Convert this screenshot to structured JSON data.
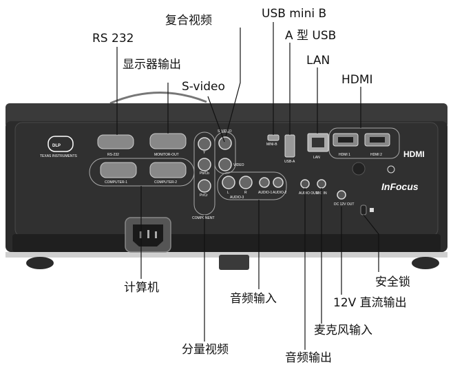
{
  "callouts": {
    "rs232": "RS 232",
    "composite_video": "复合视频",
    "usb_mini_b": "USB mini B",
    "usb_a": "A 型 USB",
    "lan": "LAN",
    "hdmi": "HDMI",
    "monitor_out": "显示器输出",
    "s_video": "S-video",
    "computer": "计算机",
    "audio_in": "音频输入",
    "security_lock": "安全锁",
    "dc_12v_out": "12V 直流输出",
    "mic_in": "麦克风输入",
    "component_video": "分量视频",
    "audio_out": "音频输出"
  },
  "panel_labels": {
    "rs232": "RS-232",
    "monitor_out": "MONITOR-OUT",
    "computer_1": "COMPUTER-1",
    "computer_2": "COMPUTER-2",
    "s_video": "S-VIDEO",
    "video": "VIDEO",
    "y": "Y",
    "pb": "Pb/Cb",
    "pr": "Pr/Cr",
    "component": "COMPONENT",
    "audio_l": "L",
    "audio_r": "R",
    "audio_3": "AUDIO-3",
    "audio_1": "AUDIO-1",
    "audio_2": "AUDIO-2",
    "audio_out": "AUDIO OUT",
    "mic_in": "MIC IN",
    "dc_out": "DC 12V OUT",
    "mini_b": "MINI-B",
    "usb_a": "USB-A",
    "lan": "LAN",
    "hdmi_1": "HDMI 1",
    "hdmi_2": "HDMI 2",
    "hdmi_logo": "HDMI",
    "dlp_logo": "DLP",
    "ti": "TEXAS INSTRUMENTS",
    "brand": "InFocus"
  }
}
